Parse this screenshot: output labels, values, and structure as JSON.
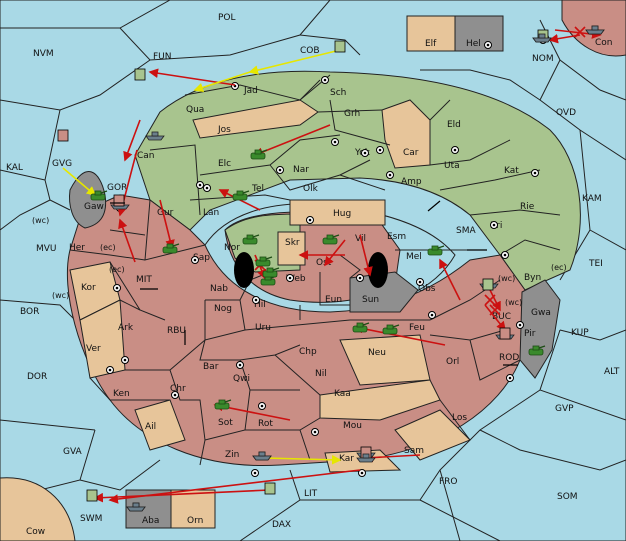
{
  "map": {
    "colors": {
      "sea": "#a9d9e6",
      "green": "#a8c48e",
      "red": "#c98e85",
      "tan": "#e7c59a",
      "grey": "#8f8f8f",
      "order_move": "#cc1111",
      "order_support": "#e6e600"
    },
    "outer_labels": {
      "pol": "POL",
      "nvm": "NVM",
      "fun": "FUN",
      "cob": "COB",
      "nom": "NOM",
      "con": "Con",
      "ovd": "OVD",
      "kal": "KAL",
      "gvg": "GVG",
      "kam": "KAM",
      "mvu": "MVU",
      "bor": "BOR",
      "tei": "TEI",
      "dor": "DOR",
      "kup": "KUP",
      "alt": "ALT",
      "gvp": "GVP",
      "gva": "GVA",
      "fro": "FRO",
      "som": "SOM",
      "cow": "Cow",
      "swm": "SWM",
      "aba": "Aba",
      "orn": "Orn",
      "lit": "LIT",
      "dax": "DAX",
      "elf": "Elf",
      "hel": "Hel"
    },
    "provinces": {
      "jad": "Jad",
      "sch": "Sch",
      "qua": "Qua",
      "jos": "Jos",
      "grh": "Grh",
      "eld": "Eld",
      "can": "Can",
      "yok": "Yok",
      "car": "Car",
      "elc": "Elc",
      "nar": "Nar",
      "uta": "Uta",
      "kat": "Kat",
      "gor": "GOR",
      "gaw": "Gaw",
      "tel": "Tel",
      "olk": "Olk",
      "amp": "Amp",
      "gur": "Gur",
      "lan": "Lan",
      "hug": "Hug",
      "rie": "Rie",
      "bri": "Bri",
      "her": "Her",
      "sma": "SMA",
      "esm": "Esm",
      "vil": "Vil",
      "skr": "Skr",
      "nor": "Nor",
      "sap": "Sap",
      "mel": "Mel",
      "byn": "Byn",
      "ost": "Ost",
      "web": "Web",
      "mit": "MIT",
      "kor": "Kor",
      "nab": "Nab",
      "eun": "Eun",
      "sun": "Sun",
      "obs": "Obs",
      "gwa": "Gwa",
      "hil": "Hil",
      "nog": "Nog",
      "rbu": "RBU",
      "buc": "BUC",
      "pir": "Pir",
      "ark": "Ark",
      "uru": "Uru",
      "feu": "Feu",
      "ver": "Ver",
      "chp": "Chp",
      "neu": "Neu",
      "orl": "Orl",
      "rod": "ROD",
      "bar": "Bar",
      "qwi": "Qwi",
      "nil": "Nil",
      "ken": "Ken",
      "chr": "Chr",
      "kaa": "Kaa",
      "los": "Los",
      "ail": "Ail",
      "sot": "Sot",
      "rot": "Rot",
      "mou": "Mou",
      "sam": "Sam",
      "zin": "Zin",
      "kar": "Kar"
    },
    "coast_tags": {
      "wc1": "(wc)",
      "ec1": "(ec)",
      "ec2": "(ec)",
      "wc2": "(wc)",
      "wc3": "(wc)",
      "ec3": "(ec)",
      "wc4": "(wc)"
    }
  }
}
